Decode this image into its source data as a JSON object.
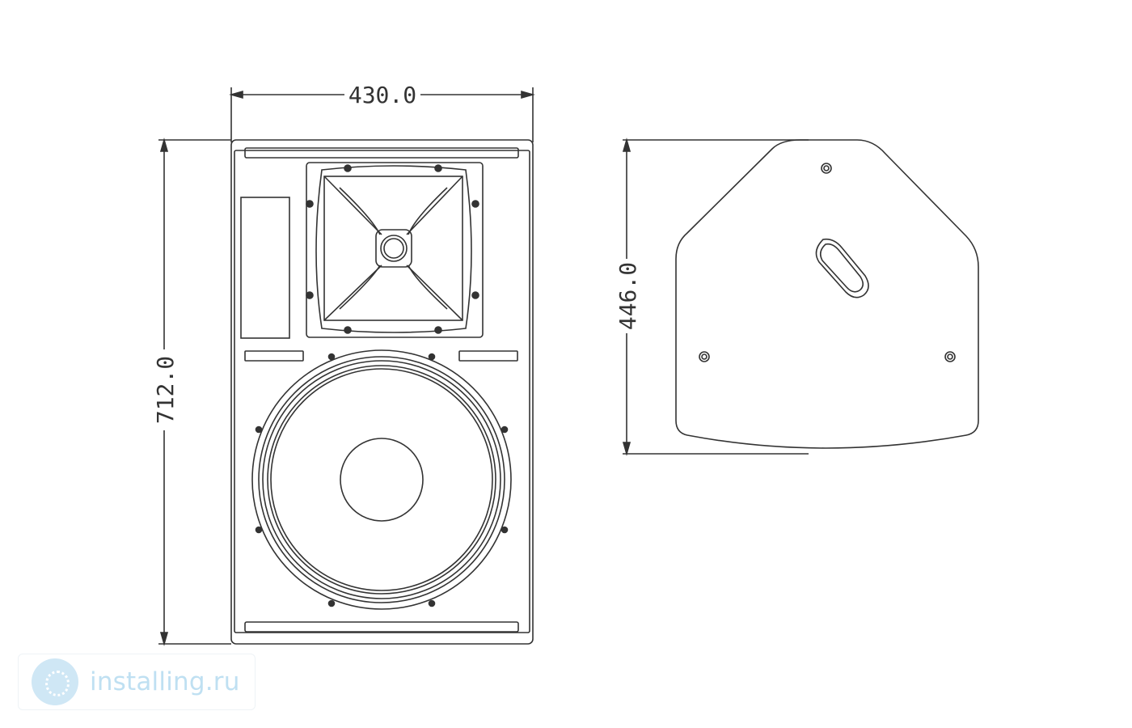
{
  "diagram": {
    "front_width_label": "430.0",
    "front_height_label": "712.0",
    "side_height_label": "446.0"
  },
  "watermark": {
    "text": "installing.ru",
    "logo_icon": "globe-icon",
    "color": "#bfe0f2"
  },
  "colors": {
    "line": "#333333",
    "background": "#ffffff"
  }
}
